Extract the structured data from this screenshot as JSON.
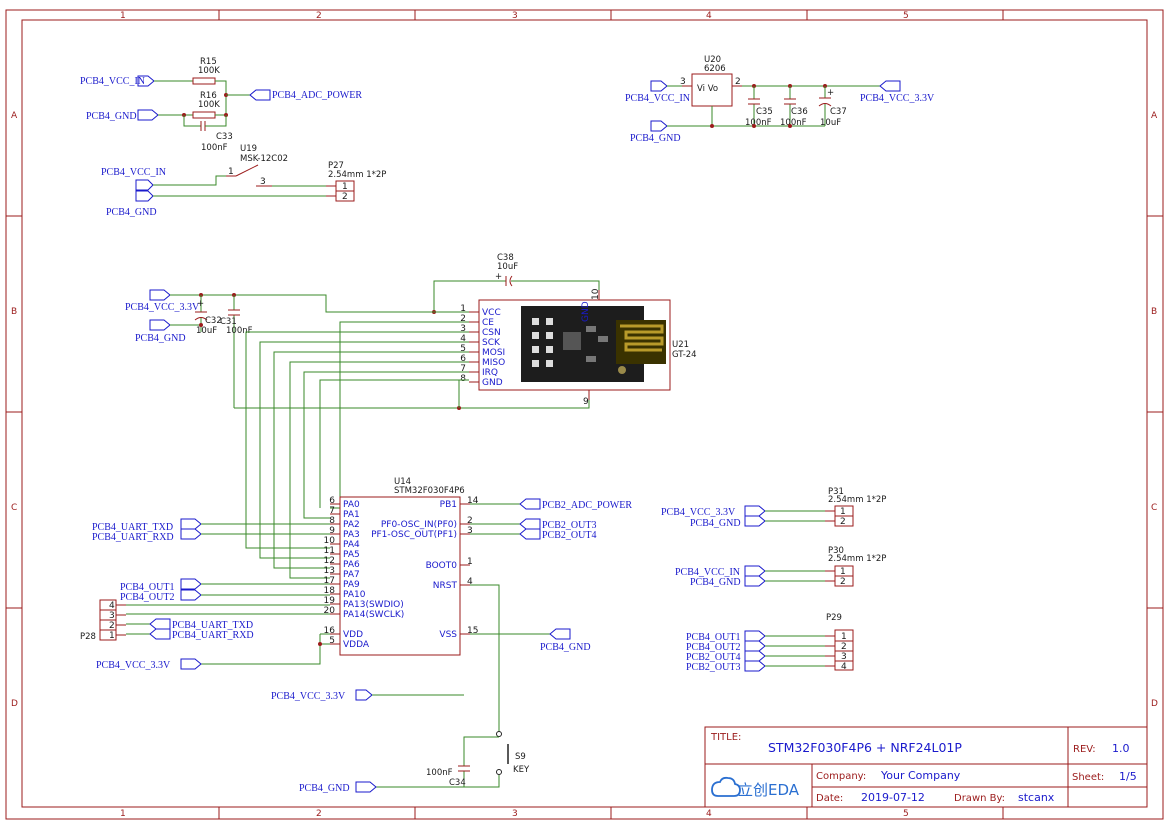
{
  "grid": {
    "cols": [
      "1",
      "2",
      "3",
      "4",
      "5"
    ],
    "rows": [
      "A",
      "B",
      "C",
      "D"
    ]
  },
  "title_block": {
    "title_label": "TITLE:",
    "title": "STM32F030F4P6 + NRF24L01P",
    "rev_label": "REV:",
    "rev": "1.0",
    "company_label": "Company:",
    "company": "Your Company",
    "sheet_label": "Sheet:",
    "sheet": "1/5",
    "date_label": "Date:",
    "date": "2019-07-12",
    "drawn_label": "Drawn By:",
    "drawn": "stcanx",
    "logo": "立创EDA"
  },
  "nets": {
    "vcc_in": "PCB4_VCC_IN",
    "gnd": "PCB4_GND",
    "adc_power": "PCB4_ADC_POWER",
    "vcc_33": "PCB4_VCC_3.3V",
    "vcc_33b": "PCB4_VCC_3.3V",
    "uart_txd": "PCB4_UART_TXD",
    "uart_rxd": "PCB4_UART_RXD",
    "out1": "PCB4_OUT1",
    "out2": "PCB4_OUT2",
    "pcb2_adc": "PCB2_ADC_POWER",
    "pcb2_out3": "PCB2_OUT3",
    "pcb2_out4": "PCB2_OUT4",
    "pcb2_out4b": "PCB2_OUT4",
    "pcb2_out3b": "PCB2_OUT3"
  },
  "parts": {
    "r15": {
      "ref": "R15",
      "val": "100K"
    },
    "r16": {
      "ref": "R16",
      "val": "100K"
    },
    "c33": {
      "ref": "C33",
      "val": "100nF"
    },
    "u19": {
      "ref": "U19",
      "val": "MSK-12C02",
      "p1": "1",
      "p3": "3"
    },
    "p27": {
      "ref": "P27",
      "val": "2.54mm 1*2P"
    },
    "u20": {
      "ref": "U20",
      "val": "6206",
      "inner": "Vi Vo",
      "p3": "3",
      "p2": "2"
    },
    "c35": {
      "ref": "C35",
      "val": "100nF"
    },
    "c36": {
      "ref": "C36",
      "val": "100nF"
    },
    "c37": {
      "ref": "C37",
      "val": "10uF"
    },
    "c38": {
      "ref": "C38",
      "val": "10uF"
    },
    "c32": {
      "ref": "C32",
      "val": "10uF"
    },
    "c31": {
      "ref": "C31",
      "val": "100nF"
    },
    "u21": {
      "ref": "U21",
      "val": "GT-24",
      "pin10": "10",
      "pin9": "9",
      "gnd": "GND"
    },
    "u14": {
      "ref": "U14",
      "val": "STM32F030F4P6"
    },
    "p28": {
      "ref": "P28"
    },
    "p31": {
      "ref": "P31",
      "val": "2.54mm 1*2P"
    },
    "p30": {
      "ref": "P30",
      "val": "2.54mm 1*2P"
    },
    "p29": {
      "ref": "P29"
    },
    "s9": {
      "ref": "S9",
      "val": "KEY"
    },
    "c34": {
      "ref": "C34",
      "val": "100nF"
    }
  },
  "u21_pins": [
    {
      "num": "1",
      "name": "VCC"
    },
    {
      "num": "2",
      "name": "CE"
    },
    {
      "num": "3",
      "name": "CSN"
    },
    {
      "num": "4",
      "name": "SCK"
    },
    {
      "num": "5",
      "name": "MOSI"
    },
    {
      "num": "6",
      "name": "MISO"
    },
    {
      "num": "7",
      "name": "IRQ"
    },
    {
      "num": "8",
      "name": "GND"
    }
  ],
  "u14_left": [
    {
      "num": "6",
      "name": "PA0"
    },
    {
      "num": "7",
      "name": "PA1"
    },
    {
      "num": "8",
      "name": "PA2"
    },
    {
      "num": "9",
      "name": "PA3"
    },
    {
      "num": "10",
      "name": "PA4"
    },
    {
      "num": "11",
      "name": "PA5"
    },
    {
      "num": "12",
      "name": "PA6"
    },
    {
      "num": "13",
      "name": "PA7"
    },
    {
      "num": "17",
      "name": "PA9"
    },
    {
      "num": "18",
      "name": "PA10"
    },
    {
      "num": "19",
      "name": "PA13(SWDIO)"
    },
    {
      "num": "20",
      "name": "PA14(SWCLK)"
    }
  ],
  "u14_pwr": [
    {
      "num": "16",
      "name": "VDD"
    },
    {
      "num": "5",
      "name": "VDDA"
    }
  ],
  "u14_right": [
    {
      "num": "14",
      "name": "PB1"
    },
    {
      "num": "2",
      "name": "PF0-OSC_IN(PF0)"
    },
    {
      "num": "3",
      "name": "PF1-OSC_OUT(PF1)"
    },
    {
      "num": "1",
      "name": "BOOT0"
    },
    {
      "num": "4",
      "name": "NRST"
    },
    {
      "num": "15",
      "name": "VSS"
    }
  ],
  "p28_pins": [
    "4",
    "3",
    "2",
    "1"
  ],
  "p27_pins": [
    "1",
    "2"
  ],
  "p31_pins": [
    "1",
    "2"
  ],
  "p30_pins": [
    "1",
    "2"
  ],
  "p29_pins": [
    "1",
    "2",
    "3",
    "4"
  ],
  "colors": {
    "border": "#9b1b1b",
    "wire": "#3a8a2a",
    "net_label": "#1a1acc",
    "power_pin": "#cc1a1a"
  }
}
